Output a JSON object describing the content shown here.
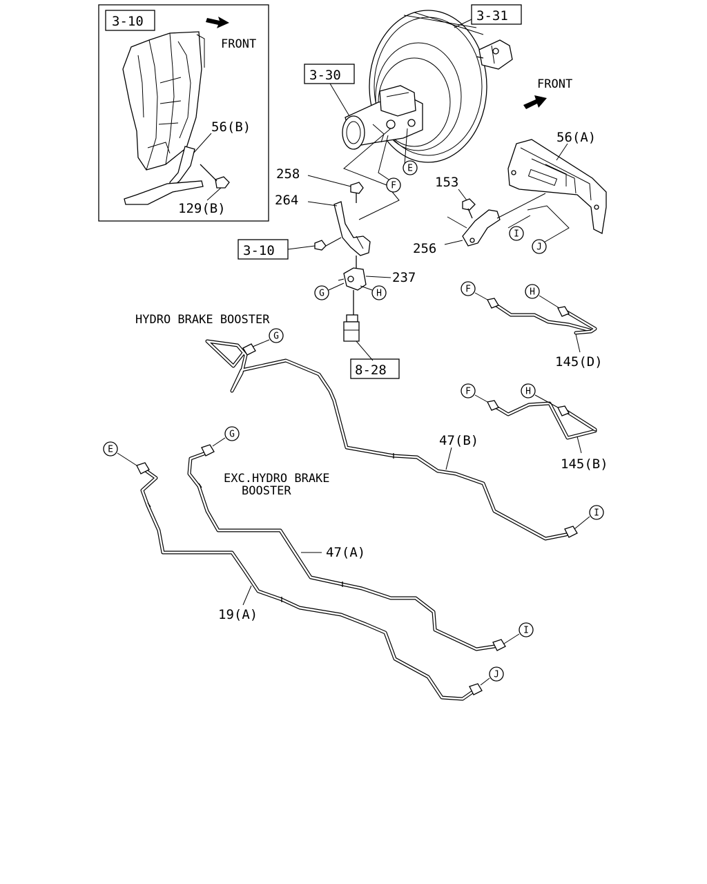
{
  "ref_boxes": {
    "inset_3_10": "3-10",
    "ref_3_31": "3-31",
    "ref_3_30": "3-30",
    "ref_3_10": "3-10",
    "ref_8_28": "8-28"
  },
  "labels": {
    "front_inset": "FRONT",
    "front_main": "FRONT",
    "p56b": "56(B)",
    "p129b": "129(B)",
    "p258": "258",
    "p264": "264",
    "p153": "153",
    "p56a": "56(A)",
    "p256": "256",
    "p237": "237",
    "p145d": "145(D)",
    "p145b": "145(B)",
    "p47b": "47(B)",
    "p47a": "47(A)",
    "p19a": "19(A)",
    "hydro": "HYDRO BRAKE BOOSTER",
    "exc_line1": "EXC.HYDRO BRAKE",
    "exc_line2": "BOOSTER"
  },
  "connection_markers": {
    "e1": "E",
    "f1": "F",
    "i_bracket": "I",
    "j_bracket": "J",
    "g_tee": "G",
    "h_tee": "H",
    "f_145d": "F",
    "h_145d": "H",
    "f_145b": "F",
    "h_145b": "H",
    "g_hydro": "G",
    "g_47a": "G",
    "e_19a": "E",
    "i_47b": "I",
    "i_47a": "I",
    "j_19a": "J"
  }
}
